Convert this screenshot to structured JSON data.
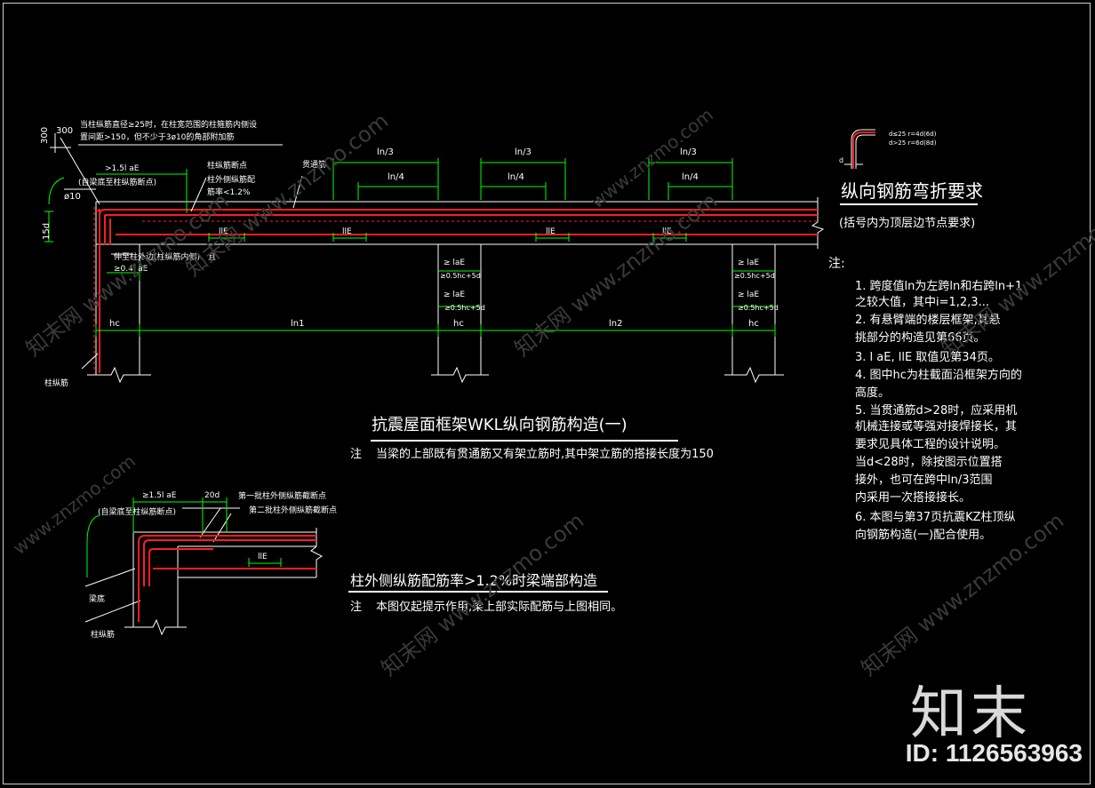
{
  "drawing": {
    "frame_color": "#cfcfcf",
    "rebar_color": "#ff1e1e",
    "dim_color": "#00ff00",
    "line_color": "#ffffff",
    "top_labels": {
      "d300a": "300",
      "d300b": "300",
      "note_top_1": "当柱纵筋直径≥25时，在柱宽范围的柱箍筋内侧设",
      "note_top_2": "置间距>150，但不少于3ø10的角部附加筋",
      "ge15lae": ">1.5l aE",
      "zdi_top": "(自梁底至柱纵筋断点)",
      "phi10": "ø10",
      "col_bar_cut": "柱纵筋断点",
      "col_outer_ratio_1": "柱外侧纵筋配",
      "col_outer_ratio_2": "筋率<1.2%",
      "through_bar": "贯通筋",
      "d15d": "15d",
      "extend_1": "伸至柱外边(柱纵筋内侧)、且",
      "extend_2": "≥0.4l aE",
      "col_bar": "柱纵筋"
    },
    "dims": {
      "ln3": "ln/3",
      "ln4": "ln/4",
      "lle": "llE",
      "laE": "≥ laE",
      "half_hc": "≥0.5hc+5d",
      "hc": "hc",
      "ln1": "ln1",
      "ln2": "ln2"
    },
    "main_title": "抗震屋面框架WKL纵向钢筋构造(一)",
    "main_note_label": "注",
    "main_note": "当梁的上部既有贯通筋又有架立筋时,其中架立筋的搭接长度为150",
    "bend": {
      "title": "纵向钢筋弯折要求",
      "sub": "(括号内为顶层边节点要求)",
      "r1": "d≤25  r=4d(6d)",
      "r2": "d>25  r=6d(8d)",
      "d": "d"
    },
    "notes_label": "注:",
    "notes": [
      "1.    跨度值ln为左跨ln和右跨ln+1",
      "       之较大值，其中i=1,2,3...",
      "2.  有悬臂端的楼层框架,其悬",
      "       挑部分的构造见第66页。",
      "3. l aE, llE 取值见第34页。",
      "4.  图中hc为柱截面沿框架方向的",
      "       高度。",
      "5.  当贯通筋d>28时，应采用机",
      "       机械连接或等强对接焊接长，其",
      "       要求见具体工程的设计说明。",
      "       当d<28时，除按图示位置搭",
      "       接外，也可在跨中ln/3范围",
      "       内采用一次搭接接长。",
      "6.  本图与第37页抗震KZ柱顶纵",
      "       向钢筋构造(一)配合使用。"
    ],
    "lower": {
      "ge15lae": "≥1.5l aE",
      "d20": "20d",
      "cut1": "第一批柱外侧纵筋截断点",
      "cut2": "第二批柱外侧纵筋截断点",
      "zdi": "(自梁底至柱纵筋断点)",
      "lle": "llE",
      "beam_bottom": "梁底",
      "col_bar": "柱纵筋",
      "title": "柱外侧纵筋配筋率>1.2%时梁端部构造",
      "note_label": "注",
      "note": "本图仅起提示作用,梁上部实际配筋与上图相同。"
    },
    "watermarks": [
      "知末网 www.znzmo.com",
      "知末网 www.znzmo.com",
      "知末网 www.znzmo.com",
      "知末网 www.znzmo.com",
      "知末网 www.znzmo.com",
      "知末网 www.znzmo.com",
      "www.znzmo.com",
      "www.znzmo.com"
    ],
    "brand": "知末",
    "image_id": "ID: 1126563963"
  }
}
